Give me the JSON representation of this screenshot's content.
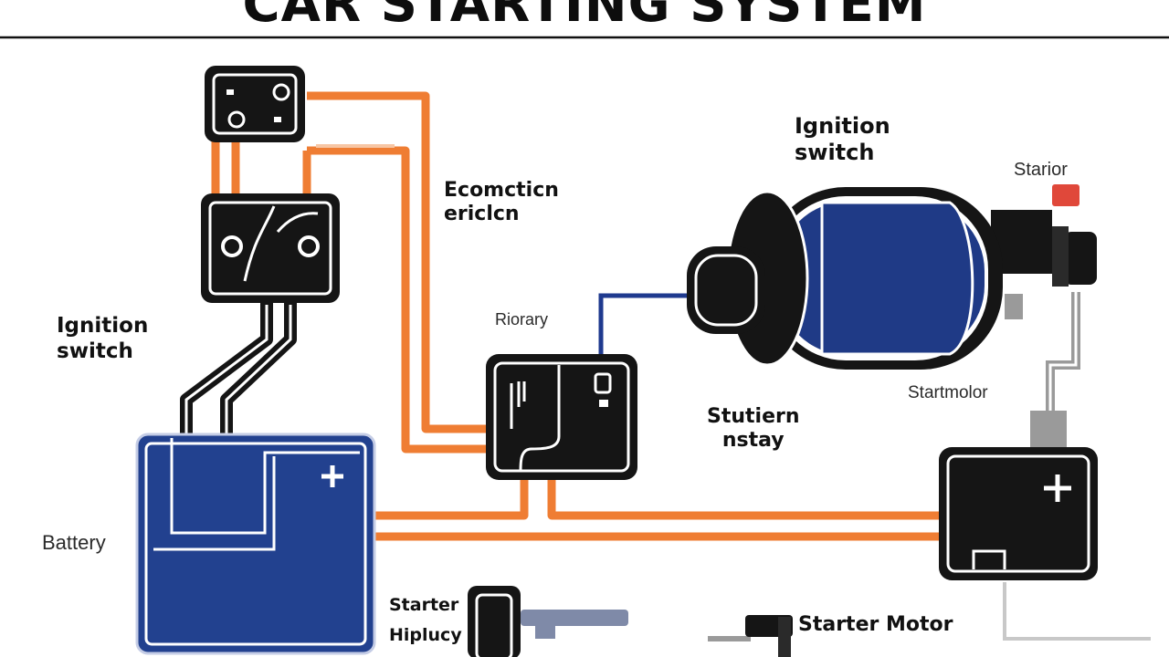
{
  "title": "CAR STARTING SYSTEM",
  "labels": {
    "top_mid": [
      "Ecomcticn",
      "ericlcn"
    ],
    "ignition_left": [
      "Ignition",
      "switch"
    ],
    "battery": "Battery",
    "riorary": "Riorary",
    "ignition_right": [
      "Ignition",
      "switch"
    ],
    "starior": "Starior",
    "startmolor": "Startmolor",
    "stutiern": [
      "Stutiern",
      "nstay"
    ],
    "starter_bottom": [
      "Starter",
      "Hiplucy"
    ],
    "starter_motor": "Starter Motor"
  },
  "colors": {
    "wire_orange": "#ef7d33",
    "wire_blue": "#1f3a8f",
    "wire_black": "#151515",
    "battery_blue": "#22418f",
    "motor_blue": "#1f3a86",
    "dark": "#151515",
    "accent_red": "#e0483a",
    "gray": "#9a9a9a"
  }
}
